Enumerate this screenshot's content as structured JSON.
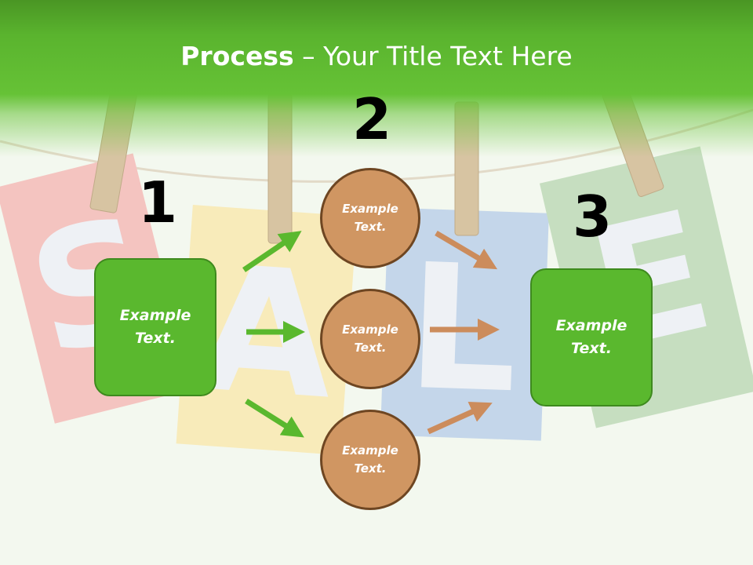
{
  "title": {
    "bold": "Process",
    "rest": " – Your Title Text Here"
  },
  "numbers": [
    "1",
    "2",
    "3"
  ],
  "left_box": {
    "line1": "Example",
    "line2": "Text."
  },
  "circles": [
    {
      "line1": "Example",
      "line2": "Text."
    },
    {
      "line1": "Example",
      "line2": "Text."
    },
    {
      "line1": "Example",
      "line2": "Text."
    }
  ],
  "right_box": {
    "line1": "Example",
    "line2": "Text."
  },
  "colors": {
    "green": "#5ab82e",
    "green_border": "#3e8a1e",
    "circle": "#d09662",
    "circle_border": "#6e4622",
    "orange_arrow": "#cc8c5c"
  }
}
